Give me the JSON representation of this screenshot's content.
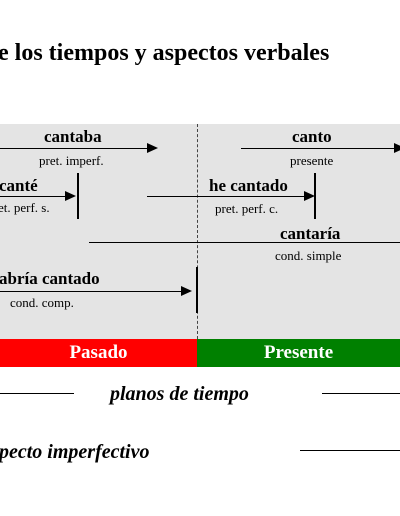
{
  "title": "e los tiempos y aspectos verbales",
  "tenses": {
    "cantaba": {
      "label": "cantaba",
      "sub": "pret. imperf."
    },
    "canto": {
      "label": "canto",
      "sub": "presente"
    },
    "cante": {
      "label": "canté",
      "sub": "et. perf. s."
    },
    "he_cantado": {
      "label": "he cantado",
      "sub": "pret. perf. c."
    },
    "cantaria": {
      "label": "cantaría",
      "sub": "cond. simple"
    },
    "habria_cantado": {
      "label": "abría cantado",
      "sub": "cond. comp."
    }
  },
  "bands": {
    "past": "Pasado",
    "present": "Presente"
  },
  "planos_label": "planos de tiempo",
  "aspecto_label": "pecto imperfectivo",
  "colors": {
    "past": "#ff0000",
    "present": "#008000",
    "panel": "#e4e4e4"
  }
}
